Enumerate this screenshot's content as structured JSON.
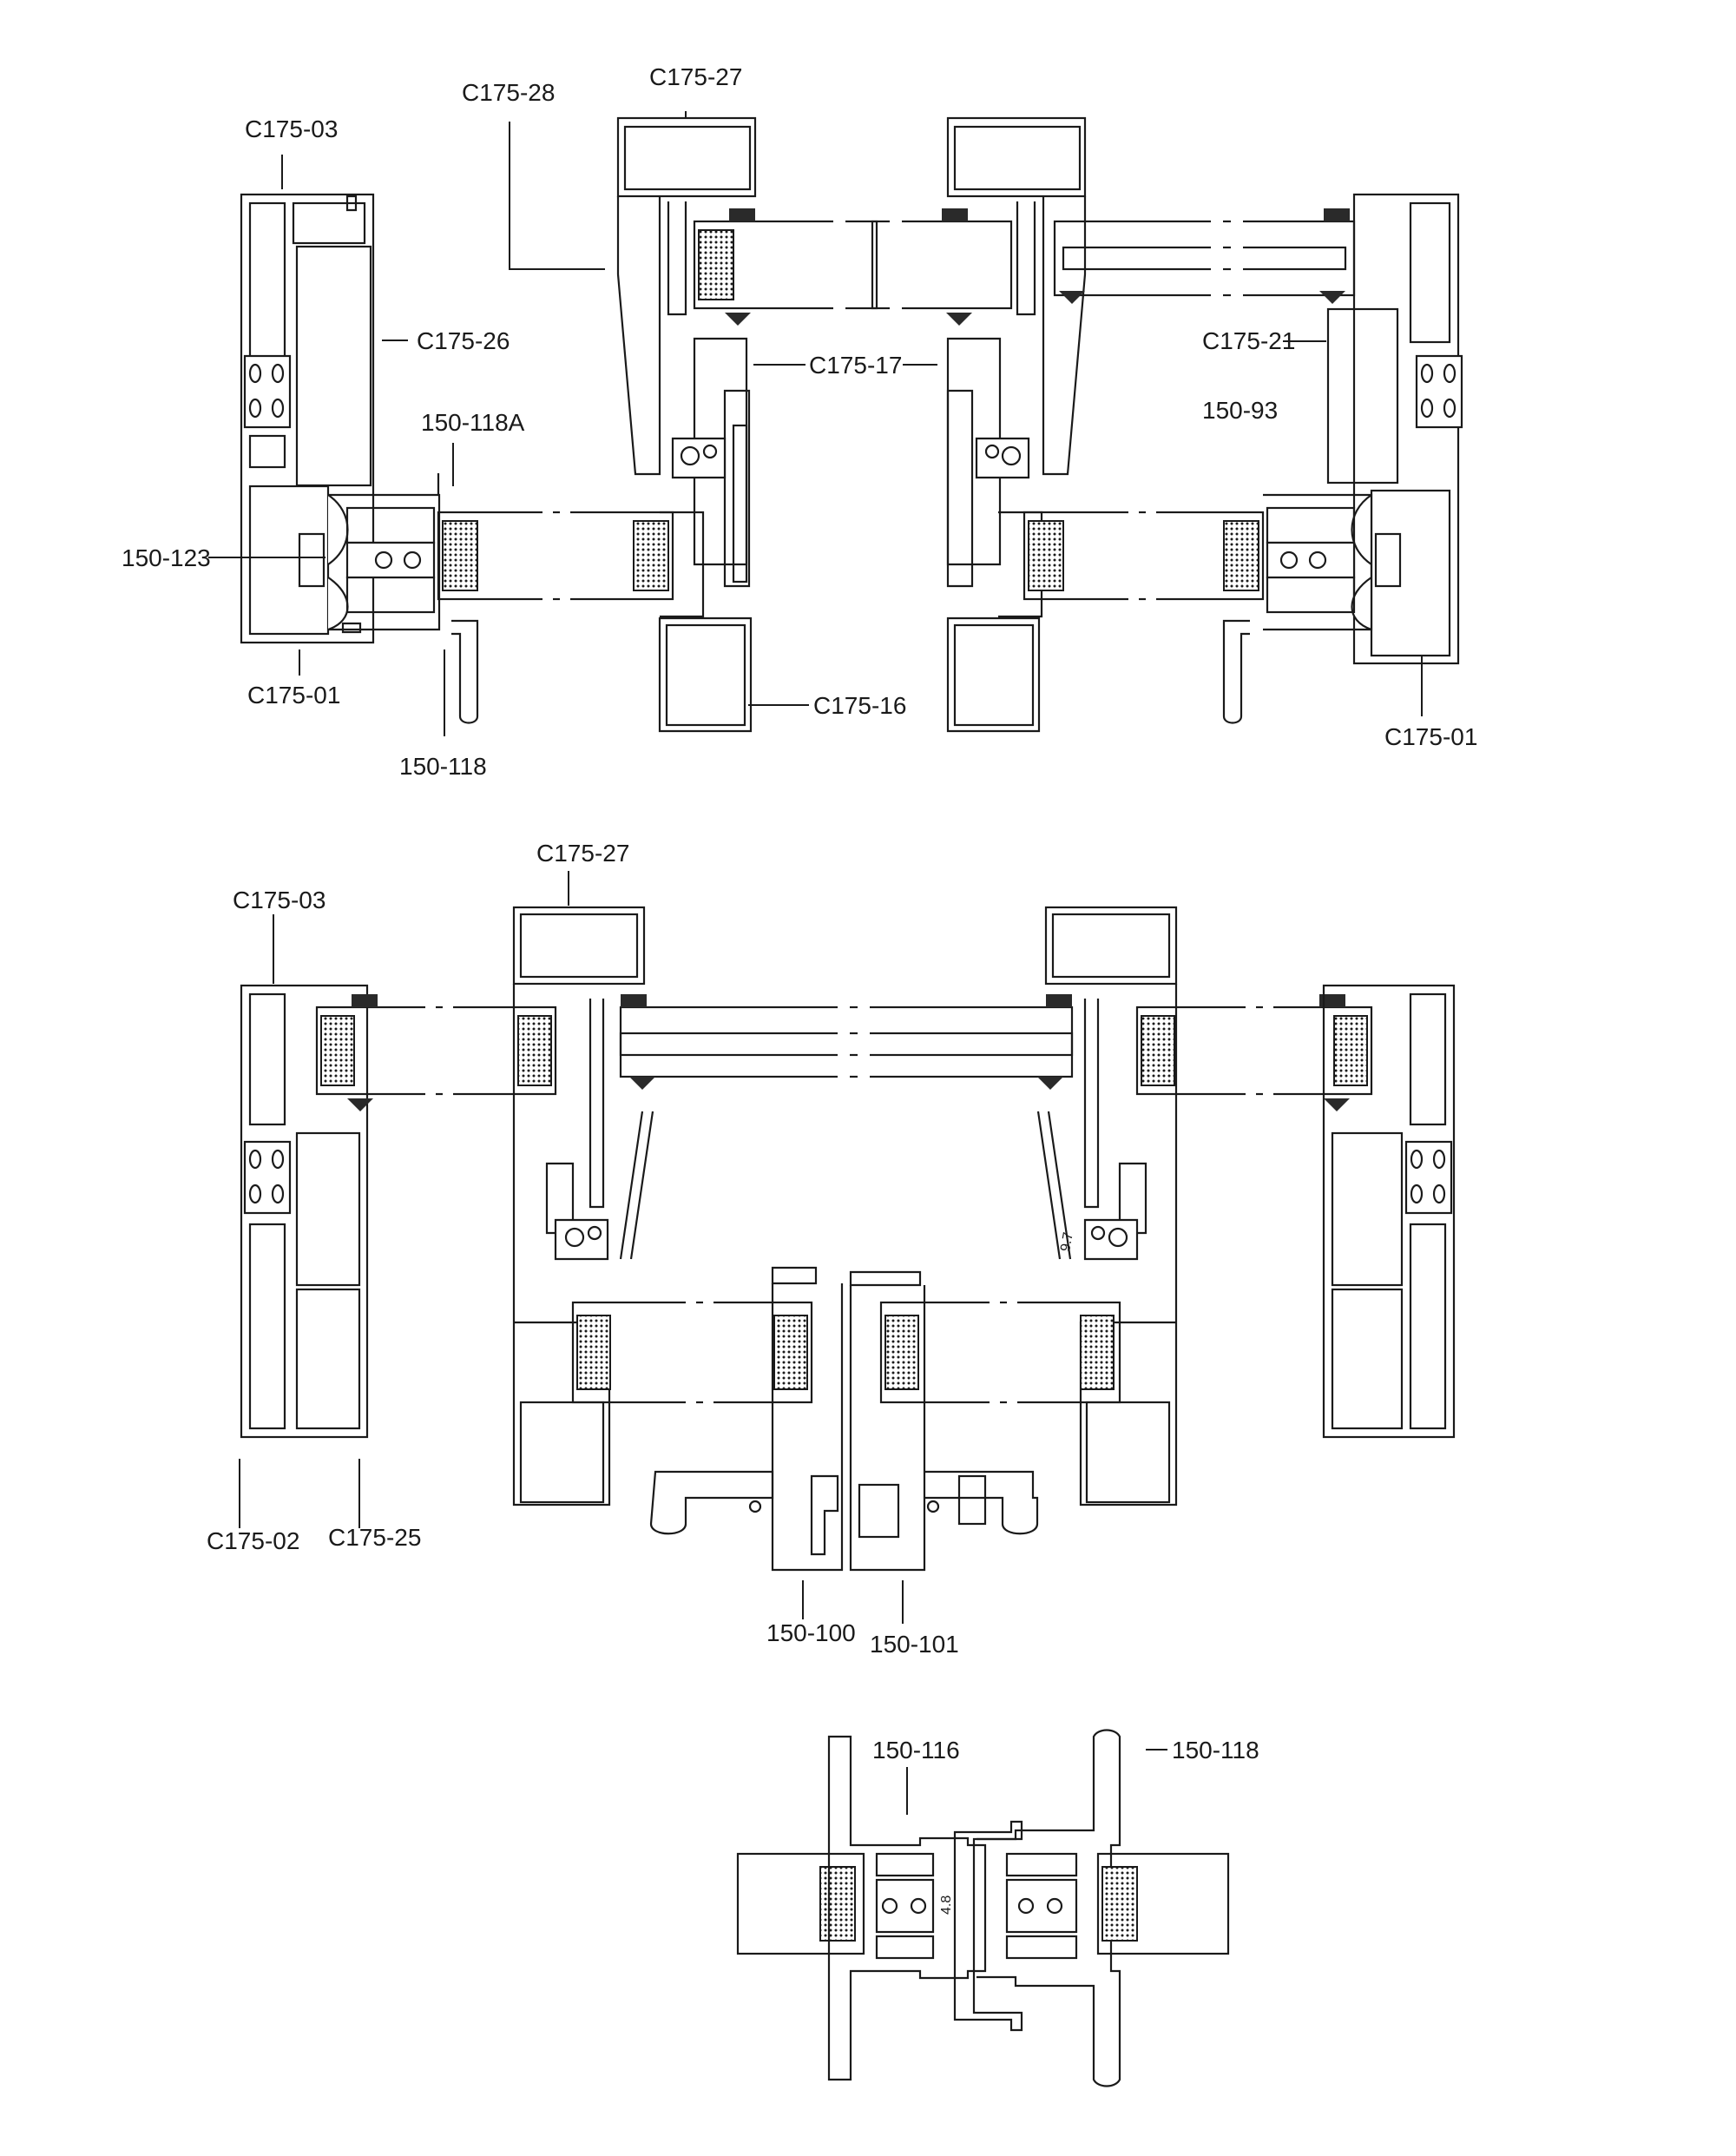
{
  "labels": {
    "top": {
      "c175_03": "C175-03",
      "c175_28": "C175-28",
      "c175_27": "C175-27",
      "c175_26": "C175-26",
      "l150_118A": "150-118A",
      "l150_123": "150-123",
      "c175_01_left": "C175-01",
      "l150_118": "150-118",
      "c175_16": "C175-16",
      "c175_17": "C175-17",
      "c175_21": "C175-21",
      "l150_93": "150-93",
      "c175_01_right": "C175-01"
    },
    "middle": {
      "c175_27": "C175-27",
      "c175_03": "C175-03",
      "c175_02": "C175-02",
      "c175_25": "C175-25",
      "l150_100": "150-100",
      "l150_101": "150-101",
      "dim_97": "9.7"
    },
    "bottom": {
      "l150_116": "150-116",
      "l150_118": "150-118",
      "dim_48": "4.8"
    }
  },
  "colors": {
    "line": "#1a1a1a",
    "background": "#ffffff"
  }
}
